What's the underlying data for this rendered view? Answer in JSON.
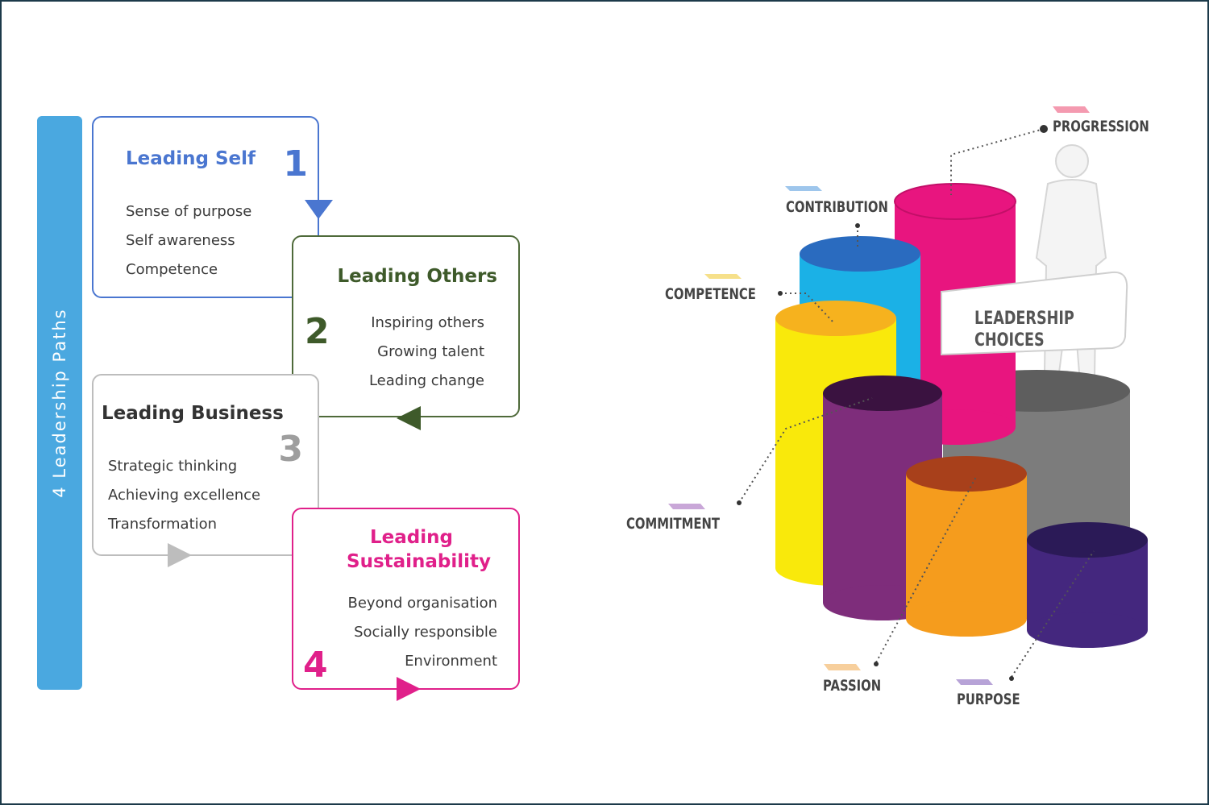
{
  "left_panel": {
    "side_label": "4 Leadership Paths",
    "boxes": [
      {
        "number": "1",
        "title": "Leading Self",
        "items": [
          "Sense of purpose",
          "Self awareness",
          "Competence"
        ]
      },
      {
        "number": "2",
        "title": "Leading Others",
        "items": [
          "Inspiring others",
          "Growing talent",
          "Leading change"
        ]
      },
      {
        "number": "3",
        "title": "Leading Business",
        "items": [
          "Strategic thinking",
          "Achieving excellence",
          "Transformation"
        ]
      },
      {
        "number": "4",
        "title_line1": "Leading",
        "title_line2": "Sustainability",
        "items": [
          "Beyond organisation",
          "Socially responsible",
          "Environment"
        ]
      }
    ]
  },
  "right_panel": {
    "center_label_line1": "LEADERSHIP",
    "center_label_line2": "CHOICES",
    "captions": {
      "progression": "PROGRESSION",
      "contribution": "CONTRIBUTION",
      "competence": "COMPETENCE",
      "commitment": "COMMITMENT",
      "passion": "PASSION",
      "purpose": "PURPOSE"
    }
  },
  "colors": {
    "side_bar": "#4aa8e0",
    "leading_self": "#4a76d0",
    "leading_others": "#4f6a3a",
    "leading_business": "#9e9e9e",
    "leading_sustainability": "#e0208a",
    "cyl_progression": "#e8157f",
    "cyl_contribution": "#1bb1e6",
    "cyl_competence": "#f9e90b",
    "cyl_commitment": "#7e2d7b",
    "cyl_passion": "#f59c1d",
    "cyl_purpose": "#44277e",
    "cyl_base": "#7c7c7c"
  }
}
